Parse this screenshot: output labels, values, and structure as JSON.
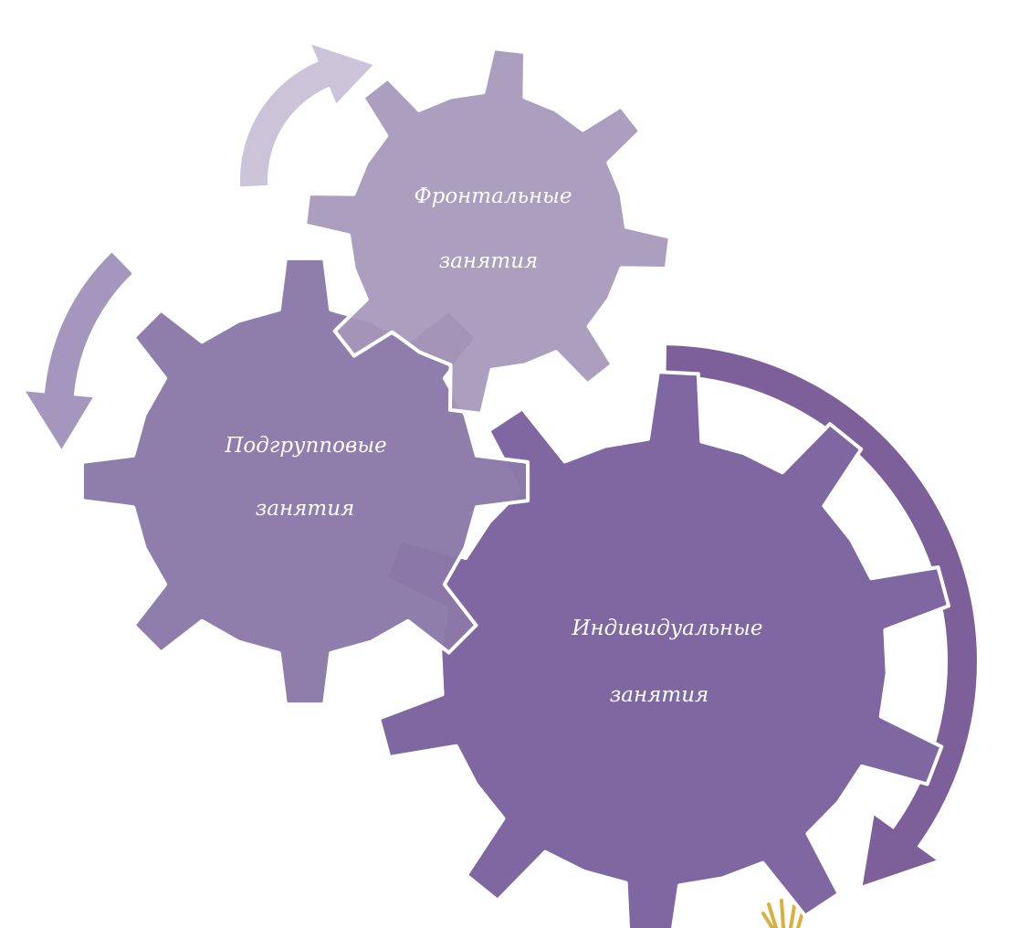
{
  "diagram": {
    "gears": [
      {
        "id": "frontal",
        "line1": "Фронтальные",
        "line2": "занятия",
        "color": "#a697b9"
      },
      {
        "id": "subgroup",
        "line1": "Подгрупповые",
        "line2": "занятия",
        "color": "#8b79a8"
      },
      {
        "id": "individual",
        "line1": "Индивидуальные",
        "line2": "занятия",
        "color": "#7f67a1"
      }
    ],
    "arrows": [
      {
        "id": "arrow-top",
        "color": "#cbc4d8"
      },
      {
        "id": "arrow-left",
        "color": "#a496bc"
      },
      {
        "id": "arrow-right",
        "color": "#7d6099"
      }
    ],
    "decoration_color": "#d9b040"
  }
}
